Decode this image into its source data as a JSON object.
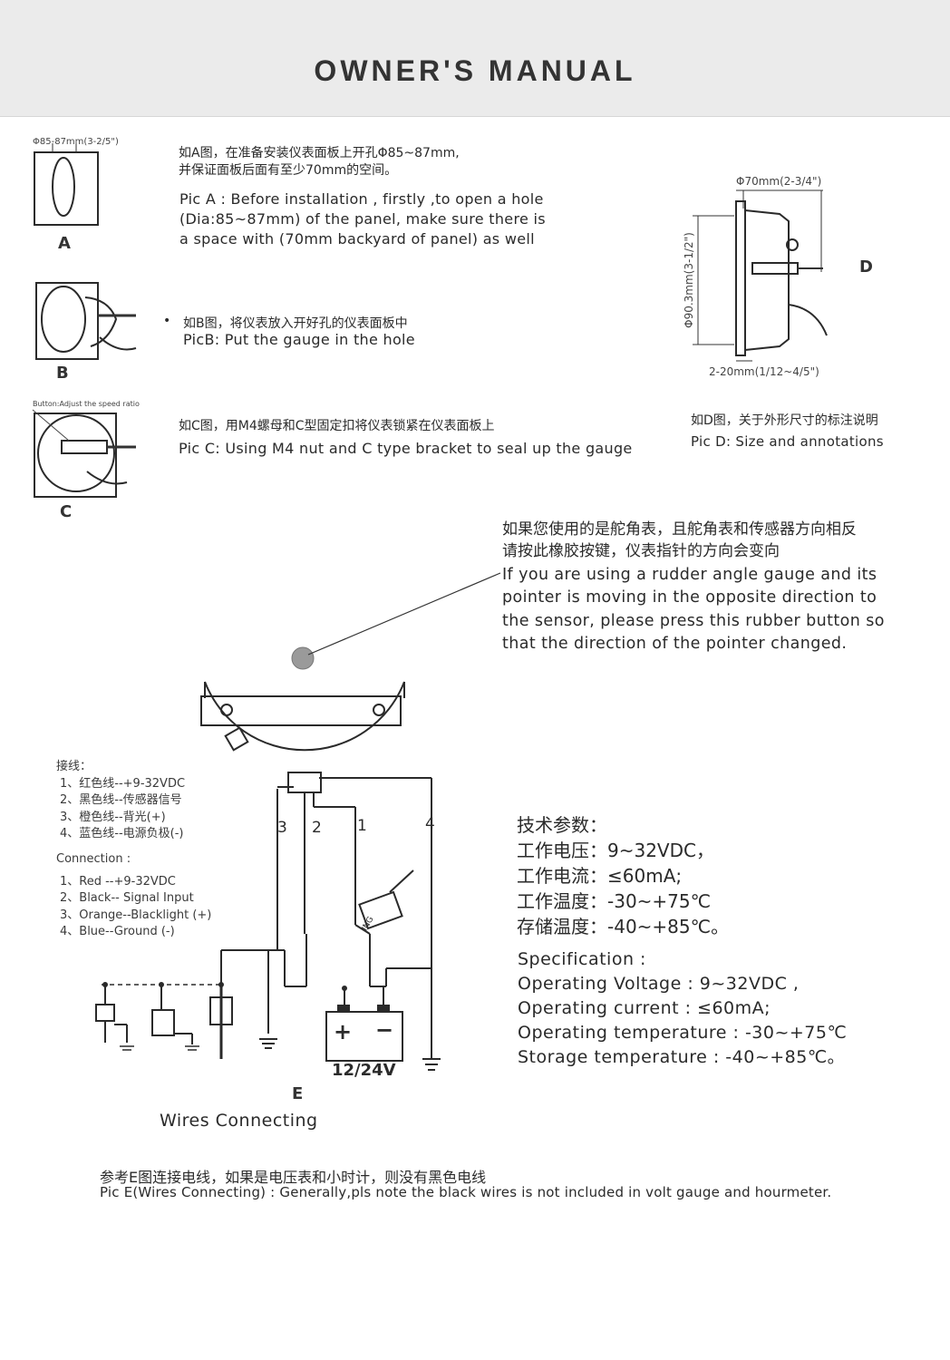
{
  "title": "OWNER'S MANUAL",
  "pic_a": {
    "dim": "Φ85-87mm(3-2/5\")",
    "letter": "A",
    "zh": [
      "如A图，在准备安装仪表面板上开孔Φ85~87mm,",
      "并保证面板后面有至少70mm的空间。"
    ],
    "en": [
      "Pic A : Before installation , firstly ,to open a hole",
      "(Dia:85~87mm) of the panel, make sure there is",
      "a space with (70mm backyard of panel)  as well"
    ]
  },
  "pic_b": {
    "letter": "B",
    "zh": "如B图，将仪表放入开好孔的仪表面板中",
    "en": "PicB: Put the gauge in the hole"
  },
  "pic_c": {
    "label": "Button:Adjust the speed ratio",
    "letter": "C",
    "zh": "如C图，用M4螺母和C型固定扣将仪表锁紧在仪表面板上",
    "en": "Pic C: Using M4 nut and C type bracket to seal up the gauge"
  },
  "pic_d": {
    "dim_top": "Φ70mm(2-3/4\")",
    "dim_side": "Φ90.3mm(3-1/2\")",
    "dim_bottom": "2-20mm(1/12~4/5\")",
    "letter": "D",
    "zh": "如D图，关于外形尺寸的标注说明",
    "en": "Pic D: Size and annotations"
  },
  "rudder_note": {
    "zh": [
      "如果您使用的是舵角表，且舵角表和传感器方向相反",
      "请按此橡胶按键，仪表指针的方向会变向"
    ],
    "en": [
      "If you are using a rudder angle gauge and its",
      "pointer is moving in the opposite direction to",
      " the sensor, please press this rubber button so",
      "that the direction of the  pointer changed."
    ]
  },
  "wiring_zh": {
    "heading": "接线：",
    "items": [
      "1、红色线--+9-32VDC",
      "2、黑色线--传感器信号",
      "3、橙色线--背光(+)",
      "4、蓝色线--电源负极(-)"
    ]
  },
  "wiring_en": {
    "heading": "Connection :",
    "items": [
      "1、Red --+9-32VDC",
      "2、Black-- Signal Input",
      "3、Orange--Blacklight (+)",
      "4、Blue--Ground (-)"
    ]
  },
  "diagram_e": {
    "wire_numbers": [
      "3",
      "2",
      "1",
      "4"
    ],
    "ign": "ING",
    "battery_plus": "+",
    "battery_minus": "−",
    "battery_voltage": "12/24V",
    "letter": "E",
    "caption": "Wires Connecting"
  },
  "spec_zh": {
    "heading": "技术参数：",
    "items": [
      "工作电压：9~32VDC，",
      "工作电流：≤60mA;",
      "工作温度：-30~+75℃",
      "存储温度：-40~+85℃。"
    ]
  },
  "spec_en": {
    "heading": "Specification :",
    "items": [
      "Operating Voltage : 9~32VDC ,",
      "Operating current : ≤60mA;",
      "Operating temperature : -30~+75℃",
      "Storage temperature : -40~+85℃。"
    ]
  },
  "pic_e": {
    "zh": "参考E图连接电线，如果是电压表和小时计，则没有黑色电线",
    "en": "Pic E(Wires Connecting) : Generally,pls note the black wires is not included in volt gauge and hourmeter."
  }
}
